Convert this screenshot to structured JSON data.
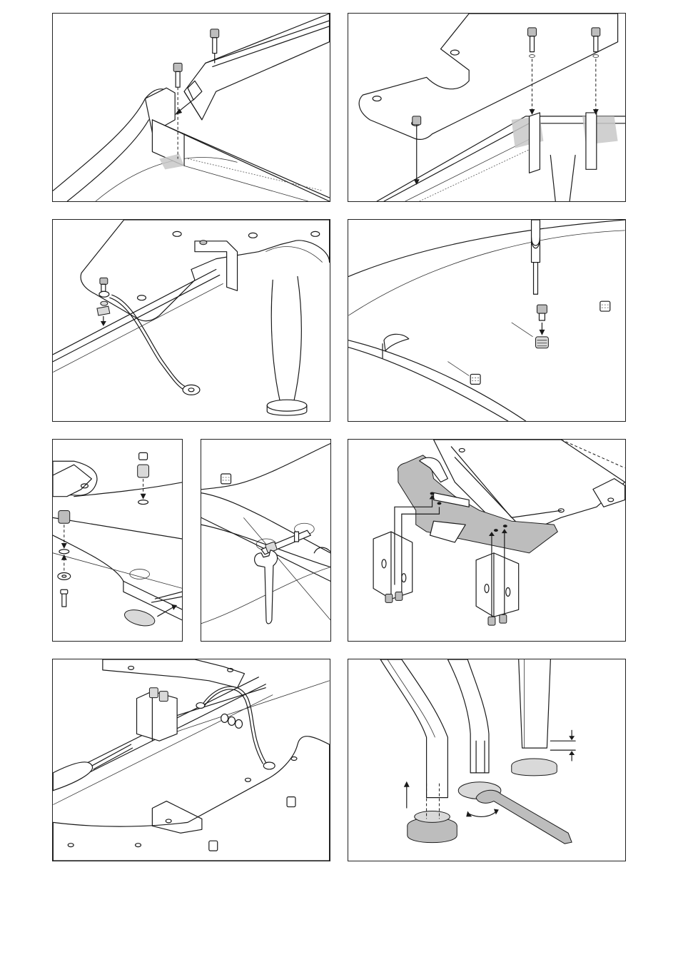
{
  "document": {
    "type": "assembly-instruction-sheet",
    "panels": [
      {
        "id": "step-1",
        "subject": "beam-attached-to-leg-bracket-with-bolts"
      },
      {
        "id": "step-2",
        "subject": "top-plate-bolted-onto-frame"
      },
      {
        "id": "step-3",
        "subject": "ground-cable-attached-under-plate"
      },
      {
        "id": "step-4",
        "subject": "hex-key-and-inserts-into-tabletop"
      },
      {
        "id": "step-5a",
        "subject": "inserts-and-washer-under-tabletop"
      },
      {
        "id": "step-5b",
        "subject": "wrench-tightening-connector"
      },
      {
        "id": "step-6",
        "subject": "mounting-brackets-bolted-to-plate"
      },
      {
        "id": "step-7",
        "subject": "cable-and-bracket-with-screwdriver"
      },
      {
        "id": "step-8",
        "subject": "leveling-feet-adjusted-with-wrench"
      }
    ]
  },
  "colors": {
    "line": "#1a1a1a",
    "shade": "#c8c8c8",
    "frame": "#222222",
    "background": "#ffffff"
  }
}
